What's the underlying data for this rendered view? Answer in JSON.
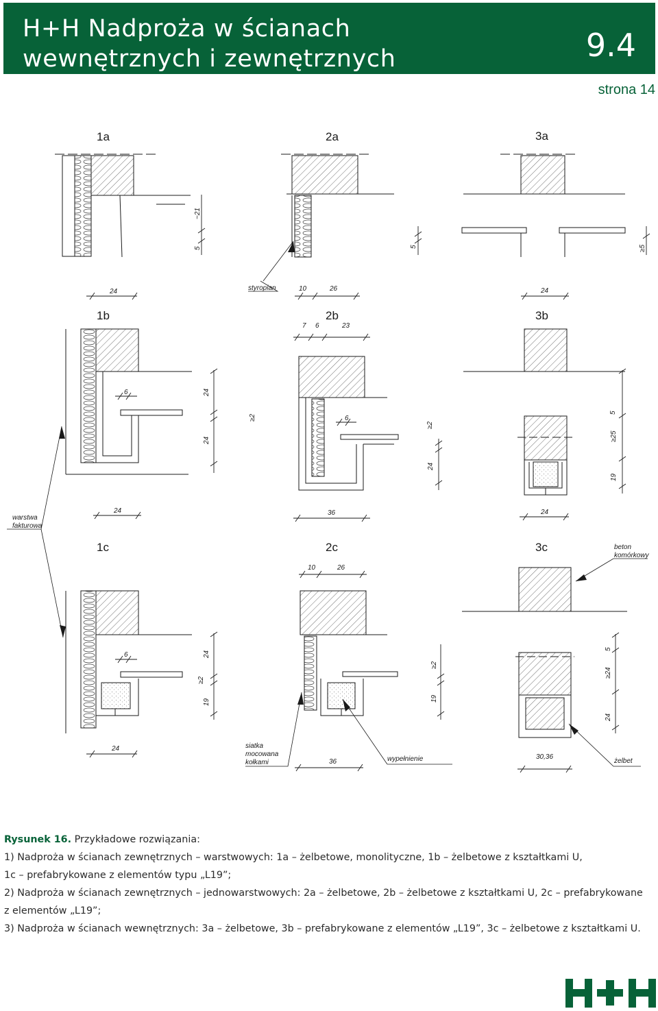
{
  "header": {
    "title": "H+H Nadproża w ścianach\nwewnętrznych i zewnętrznych",
    "section": "9.4",
    "page": "strona 14"
  },
  "drawing": {
    "panel_labels": [
      "1a",
      "2a",
      "3a",
      "1b",
      "2b",
      "3b",
      "1c",
      "2c",
      "3c"
    ],
    "annotations": {
      "styropian": "styropian",
      "warstwa_fakturowa": [
        "warstwa",
        "fakturowa"
      ],
      "beton_komorkowy": [
        "beton",
        "komórkowy"
      ],
      "siatka": [
        "siatka",
        "mocowana",
        "kołkami"
      ],
      "wypelnienie": "wypełnienie",
      "zelbet": "żelbet"
    },
    "dimensions": {
      "row1": {
        "d1a_h": "24",
        "d2a_h1": "10",
        "d2a_h2": "26",
        "d3a_h": "24",
        "d1a_v1": "5",
        "d1a_v2": "~21",
        "d2a_v": "5",
        "d3a_v": "≥5"
      },
      "row2": {
        "d1b_h": "24",
        "d1b_in": "6",
        "d1b_v1": "24",
        "d1b_v2": "≥2",
        "d1b_v3": "24",
        "d2b_t1": "7",
        "d2b_t2": "6",
        "d2b_t3": "23",
        "d2b_in": "6",
        "d2b_v1": "≥2",
        "d2b_v2": "24",
        "d2b_h": "36",
        "d3b_h": "24",
        "d3b_v1": "5",
        "d3b_v2": "≥25",
        "d3b_v3": "19"
      },
      "row3": {
        "d1c_h": "24",
        "d1c_in": "6",
        "d1c_v1": "24",
        "d1c_v2": "≥2",
        "d1c_v3": "19",
        "d2c_t1": "10",
        "d2c_t2": "26",
        "d2c_v1": "≥2",
        "d2c_v2": "19",
        "d2c_h": "36",
        "d3c_h": "30,36",
        "d3c_v1": "5",
        "d3c_v2": "≥24",
        "d3c_v3": "24"
      }
    }
  },
  "caption": {
    "figure_label": "Rysunek 16.",
    "intro": " Przykładowe rozwiązania:",
    "line1": "1) Nadproża w ścianach zewnętrznych – warstwowych: 1a – żelbetowe, monolityczne, 1b – żelbetowe z kształtkami U,",
    "line2": "1c – prefabrykowane z elementów typu „L19”;",
    "line3": "2) Nadproża w ścianach zewnętrznych – jednowarstwowych: 2a – żelbetowe, 2b – żelbetowe z kształtkami U, 2c – prefabrykowane",
    "line4": "z elementów „L19”;",
    "line5": "3) Nadproża w ścianach wewnętrznych: 3a – żelbetowe, 3b – prefabrykowane z elementów „L19”, 3c – żelbetowe z kształtkami U."
  },
  "colors": {
    "brand_green": "#076238",
    "line": "#1a1a1a"
  },
  "logo": {
    "name": "hh-logo-icon"
  }
}
